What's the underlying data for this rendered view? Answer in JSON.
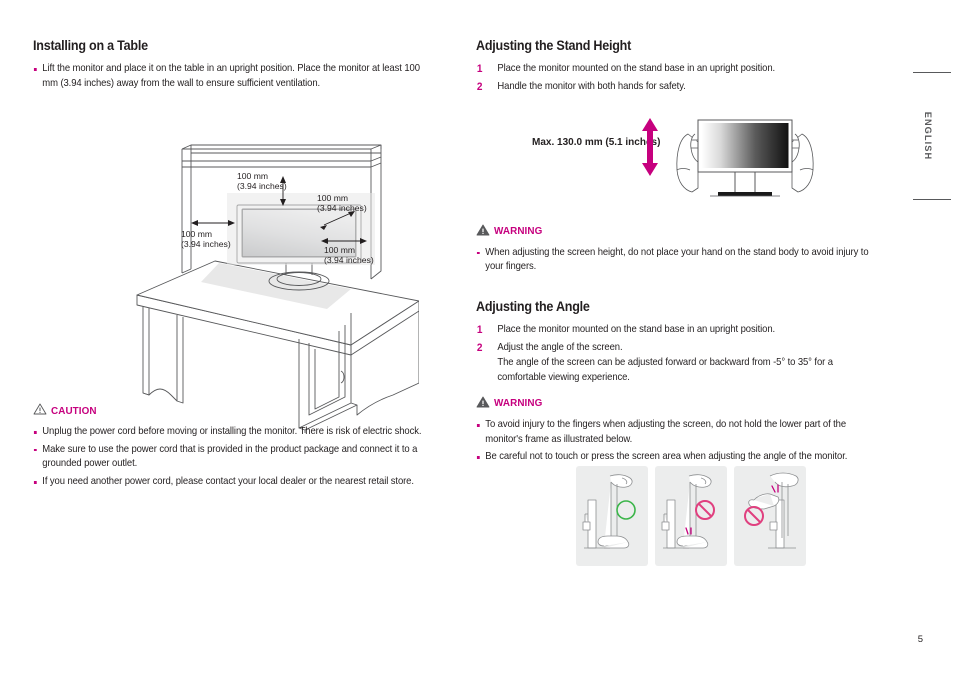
{
  "page": {
    "number": "5",
    "side_tab_label": "ENGLISH"
  },
  "colors": {
    "accent": "#c6007e",
    "text": "#231f20",
    "rule": "#58595b",
    "ok_green": "#3cb54a",
    "panel_gray": "#eceded"
  },
  "left_column": {
    "section": {
      "title": "Installing on a Table",
      "bullets": [
        "Lift the monitor and place it on the table in an upright position. Place the monitor at least 100 mm (3.94 inches) away from the wall to ensure sufficient ventilation."
      ]
    },
    "figure_desk": {
      "name": "desk-installation-diagram",
      "labels": [
        {
          "id": "top",
          "line1": "100 mm",
          "line2": "(3.94 inches)"
        },
        {
          "id": "right_upper",
          "line1": "100 mm",
          "line2": "(3.94 inches)"
        },
        {
          "id": "left",
          "line1": "100 mm",
          "line2": "(3.94 inches)"
        },
        {
          "id": "right_lower",
          "line1": "100 mm",
          "line2": "(3.94 inches)"
        }
      ]
    },
    "caution": {
      "icon": "warning-triangle-outline-icon",
      "label": "CAUTION",
      "bullets": [
        "Unplug the power cord before moving or installing the monitor. There is risk of electric shock.",
        "Make sure to use the power cord that is provided in the product package and connect it to a grounded power outlet.",
        "If you need another power cord, please contact your local dealer or the nearest retail store."
      ]
    }
  },
  "right_column": {
    "stand_height": {
      "title": "Adjusting the Stand Height",
      "steps": [
        {
          "num": "1",
          "text": "Place the monitor mounted on the stand base in an upright position."
        },
        {
          "num": "2",
          "text": "Handle the monitor with both hands for safety."
        }
      ],
      "figure": {
        "name": "stand-height-diagram",
        "label": "Max. 130.0 mm (5.1 inches)"
      },
      "warning": {
        "icon": "warning-triangle-filled-icon",
        "label": "WARNING",
        "bullets": [
          "When adjusting the screen height, do not place your hand on the stand body to avoid injury to your fingers."
        ]
      }
    },
    "angle": {
      "title": "Adjusting the Angle",
      "steps": [
        {
          "num": "1",
          "text": "Place the monitor mounted on the stand base in an upright position.",
          "sub": ""
        },
        {
          "num": "2",
          "text": "Adjust the angle of the screen.",
          "sub": "The angle of the screen can be adjusted forward or backward from -5° to 35° for a comfortable viewing experience."
        }
      ],
      "warning": {
        "icon": "warning-triangle-filled-icon",
        "label": "WARNING",
        "bullets": [
          "To avoid injury to the fingers when adjusting the screen, do not hold the lower part of the monitor's frame as illustrated below.",
          "Be careful not to touch or press the screen area when adjusting the angle of the monitor."
        ]
      },
      "figure": {
        "name": "angle-handling-illustrations",
        "panels": [
          {
            "id": "panel-correct",
            "marker": "green-circle-ok-icon"
          },
          {
            "id": "panel-forbidden-bottom",
            "marker": "prohibition-sign-icon"
          },
          {
            "id": "panel-forbidden-top",
            "marker": "prohibition-sign-icon"
          }
        ]
      }
    }
  }
}
